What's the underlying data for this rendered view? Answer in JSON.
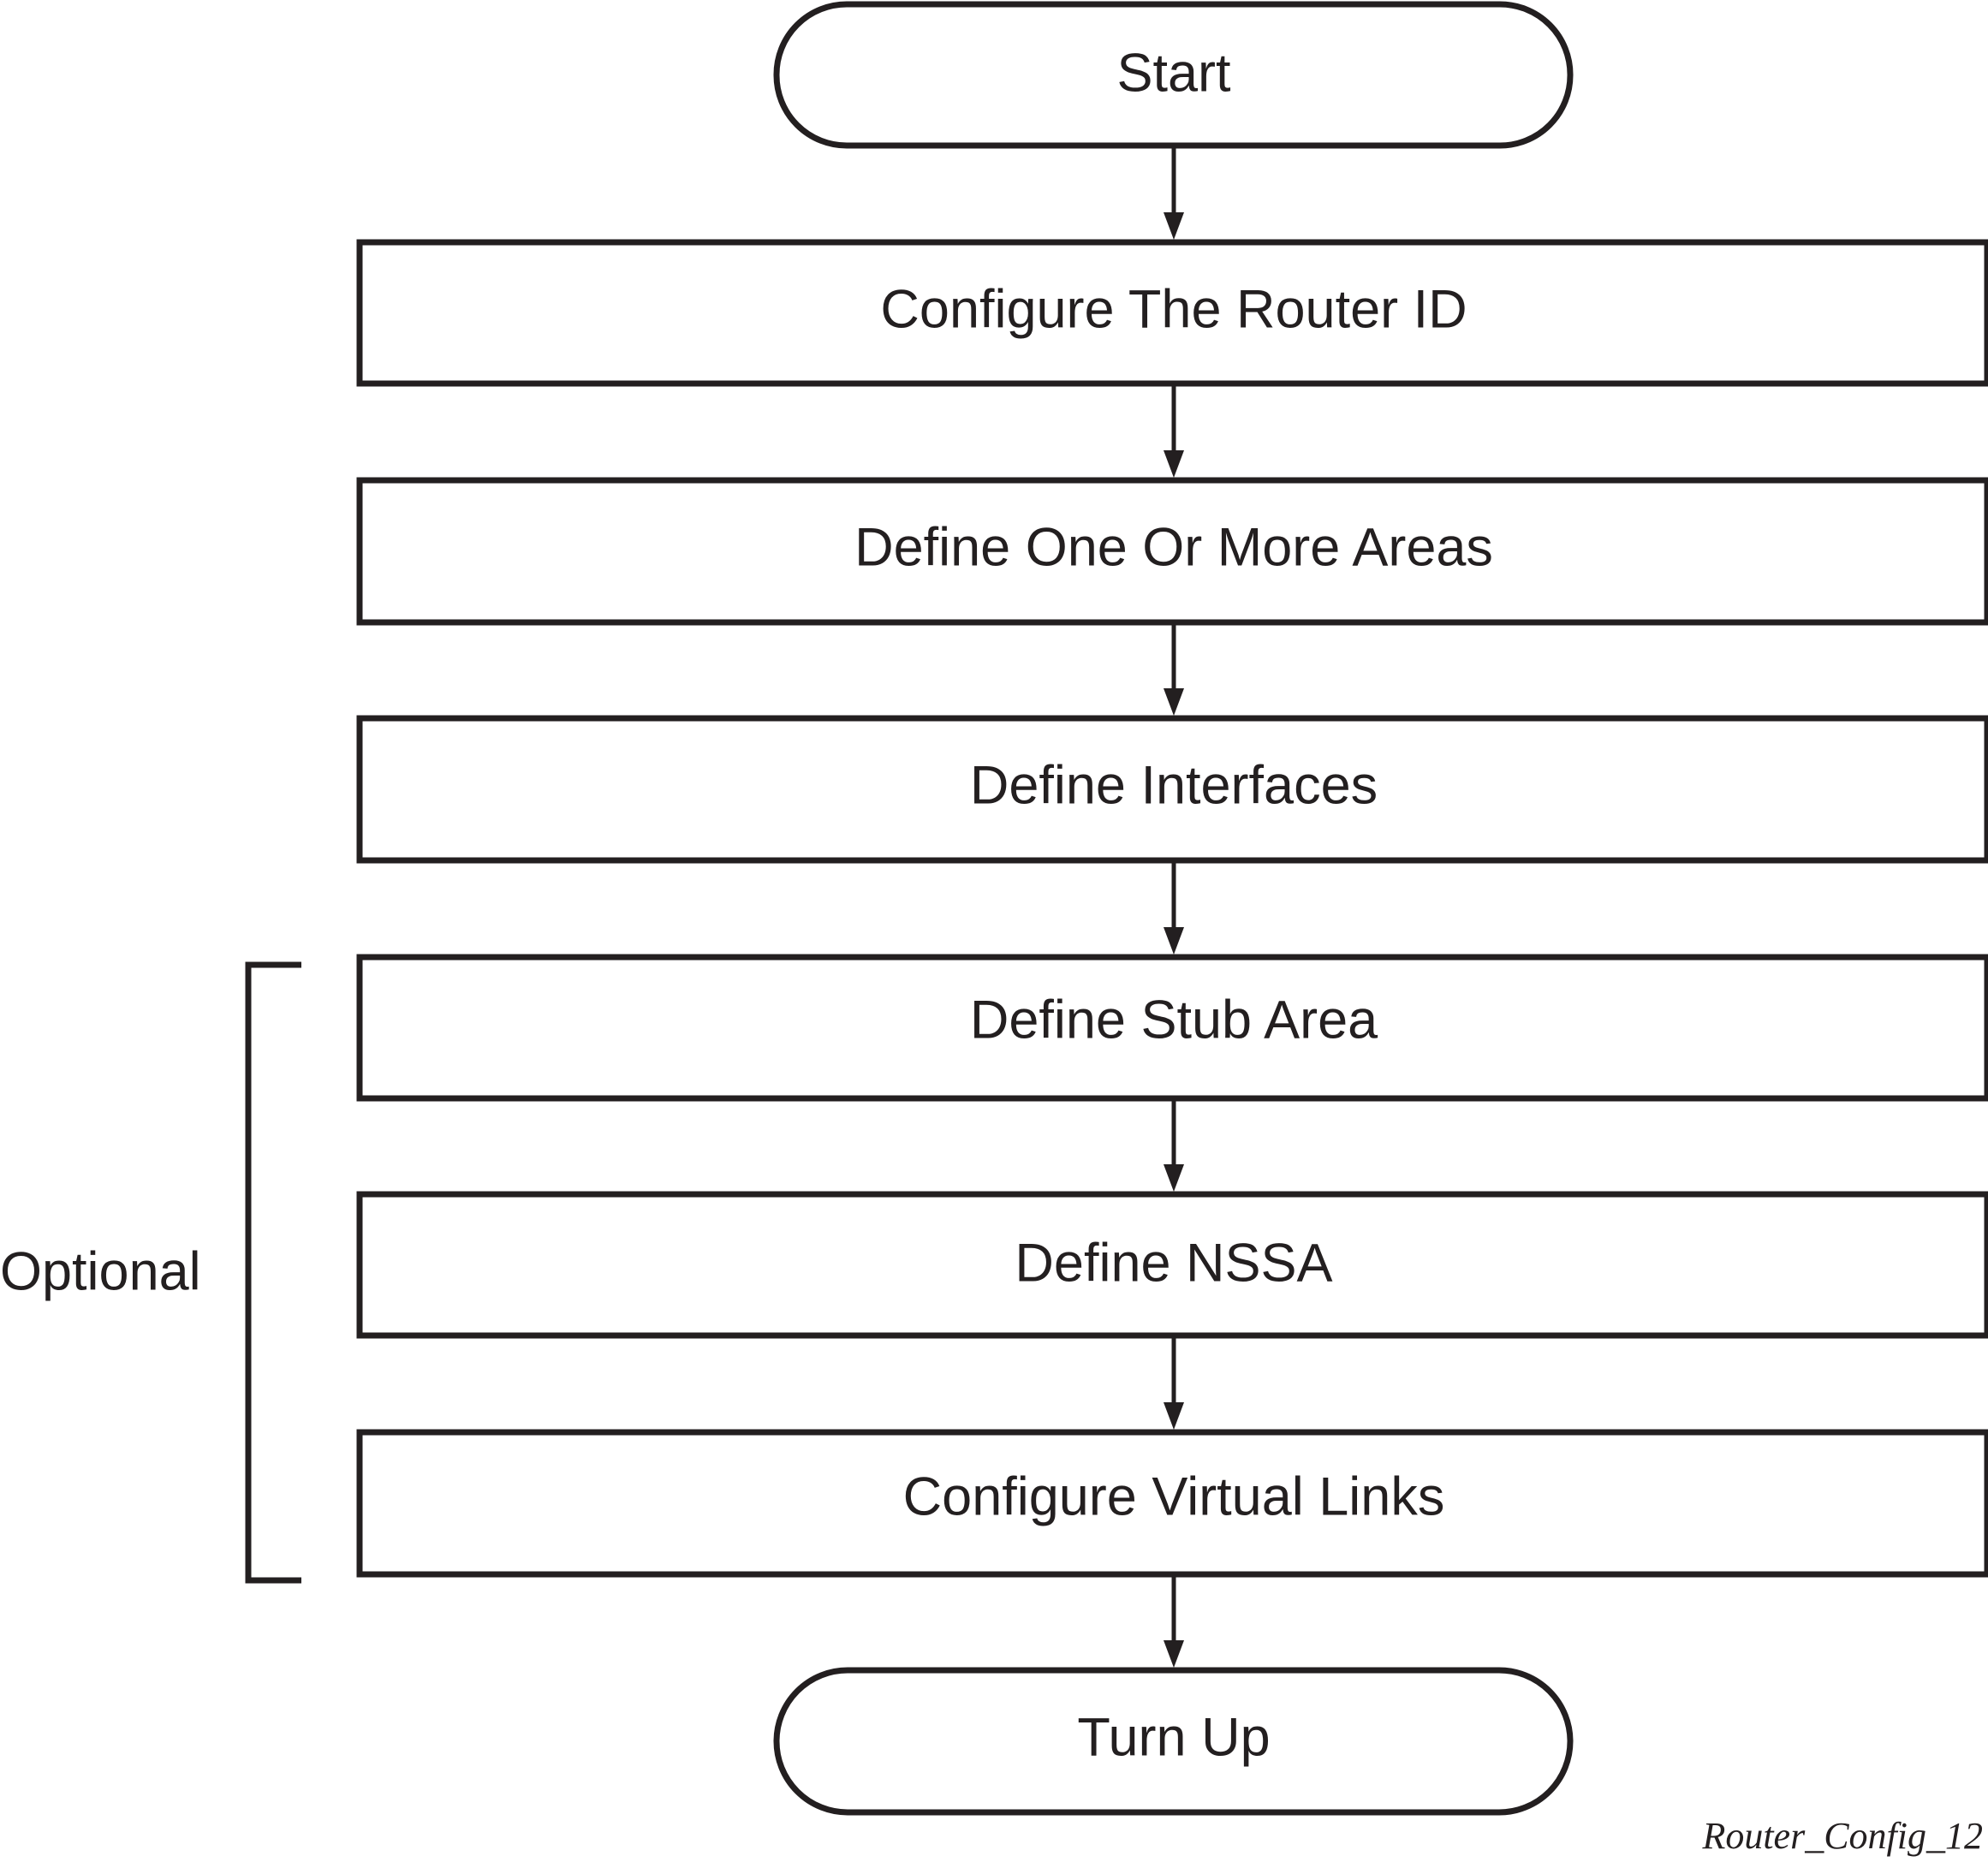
{
  "diagram": {
    "start_label": "Start",
    "steps": [
      "Configure The Router ID",
      "Define One Or More Areas",
      "Define Interfaces",
      "Define Stub Area",
      "Define NSSA",
      "Configure Virtual Links"
    ],
    "end_label": "Turn Up",
    "optional_label": "Optional",
    "caption": "Router_Config_12"
  },
  "colors": {
    "line": "#231f20",
    "background": "#ffffff"
  }
}
